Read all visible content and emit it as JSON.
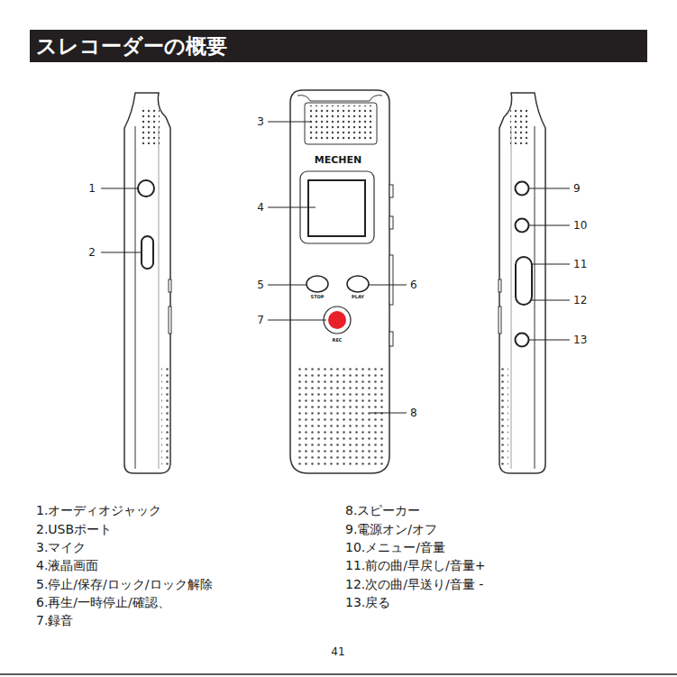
{
  "diagram": {
    "title": "スレコーダーの概要",
    "labels": [
      "1",
      "2",
      "3",
      "4",
      "5",
      "6",
      "7",
      "8",
      "9",
      "10",
      "11",
      "12",
      "13",
      "MECHEN",
      "STOP",
      "PLAY",
      "REC",
      "1.オーディオジャック",
      "2.USBポート",
      "3.マイク",
      "4.液晶画面",
      "5.停止/保存/ロック/ロック解除",
      "6.再生/一時停止/確認、",
      "7.録音",
      "8.スピーカー",
      "9.電源オン/オフ",
      "10.メニュー/音量",
      "11.前の曲/早戻し/音量+",
      "12.次の曲/早送り/音量 -",
      "13.戻る",
      "41"
    ]
  }
}
